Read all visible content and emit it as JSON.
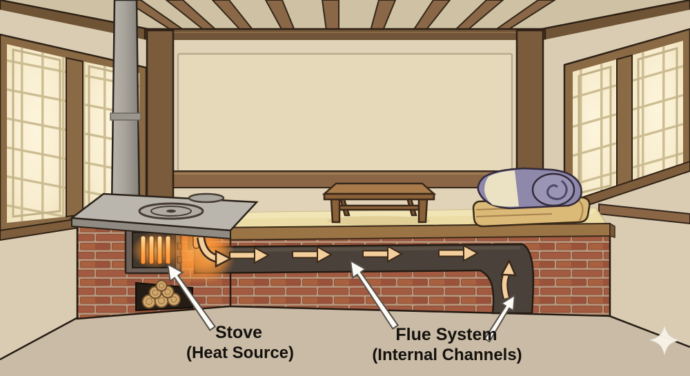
{
  "diagram": {
    "subject": "ondol-underfloor-heating-cross-section",
    "labels": {
      "stove": {
        "line1": "Stove",
        "line2": "(Heat Source)"
      },
      "flue": {
        "line1": "Flue System",
        "line2": "(Internal Channels)"
      }
    },
    "flow": {
      "medium": "hot air / smoke",
      "direction": "left-to-right then up",
      "horizontal_arrow_count": 4,
      "curved_arrow_count": 2
    },
    "objects": [
      "wood-stove-with-chimney",
      "firewood-alcove",
      "brick-heated-platform",
      "internal-flue-channel",
      "low-wooden-table",
      "folded-bedding",
      "lattice-windows",
      "ceiling-rafters"
    ],
    "watermark": "four-pointed-sparkle"
  },
  "colors": {
    "label_ink": "#14110e",
    "pointer_white": "#fcfbf6",
    "arrow_tan": "#f4cf9c",
    "flue_dark": "#4a413a",
    "glow_orange": "#ff9636",
    "brick": "#a25a40",
    "mortar": "#b9977c",
    "mat": "#ecdda6",
    "wood": "#8a6a48",
    "wall": "#ddd0b6",
    "floor": "#c9bba5",
    "blanket_purple": "#8e88ab",
    "blanket_tan": "#dbb977"
  }
}
